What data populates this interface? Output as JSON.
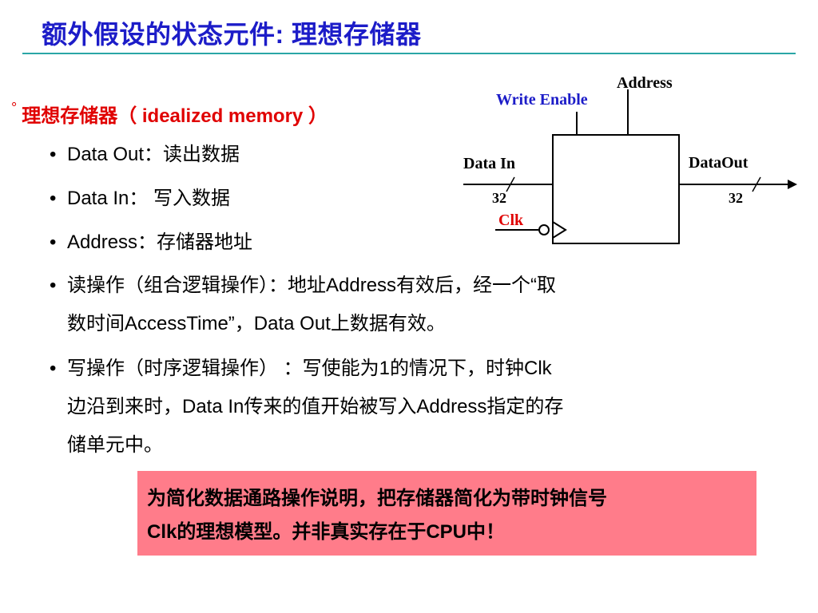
{
  "title": "额外假设的状态元件: 理想存储器",
  "main_item": "理想存储器（ idealized memory ）",
  "bullets": [
    {
      "line1": "Data Out：读出数据"
    },
    {
      "line1": "Data In： 写入数据"
    },
    {
      "line1": "Address：存储器地址"
    },
    {
      "line1": "读操作（组合逻辑操作）：地址Address有效后，经一个“取",
      "line2": "数时间AccessTime”，Data Out上数据有效。"
    },
    {
      "line1": "写操作（时序逻辑操作） ：写使能为1的情况下，时钟Clk",
      "line2": "边沿到来时，Data In传来的值开始被写入Address指定的存",
      "line3": "储单元中。"
    }
  ],
  "diagram": {
    "address_label": "Address",
    "write_enable_label": "Write Enable",
    "data_in_label": "Data In",
    "data_out_label": "DataOut",
    "data_in_width": "32",
    "data_out_width": "32",
    "clk_label": "Clk",
    "colors": {
      "write_enable": "#1c1cc8",
      "clk": "#e00000"
    }
  },
  "note": {
    "line1": "为简化数据通路操作说明，把存储器简化为带时钟信号",
    "line2": "Clk的理想模型。并非真实存在于CPU中！"
  },
  "colors": {
    "title": "#1c1cc8",
    "rule": "#2aa6a6",
    "highlight": "#e00000",
    "note_bg": "#ff7c8a"
  }
}
